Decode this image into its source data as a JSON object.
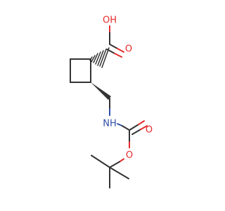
{
  "molecule": {
    "atoms": {
      "oh": "OH",
      "carbonyl_o_top": "O",
      "nh": "NH",
      "carbonyl_o_bottom": "O",
      "ether_o": "O"
    },
    "colors": {
      "bond": "#333333",
      "oxygen": "#e52b2b",
      "nitrogen": "#2f4ea8",
      "background": "#ffffff"
    }
  }
}
